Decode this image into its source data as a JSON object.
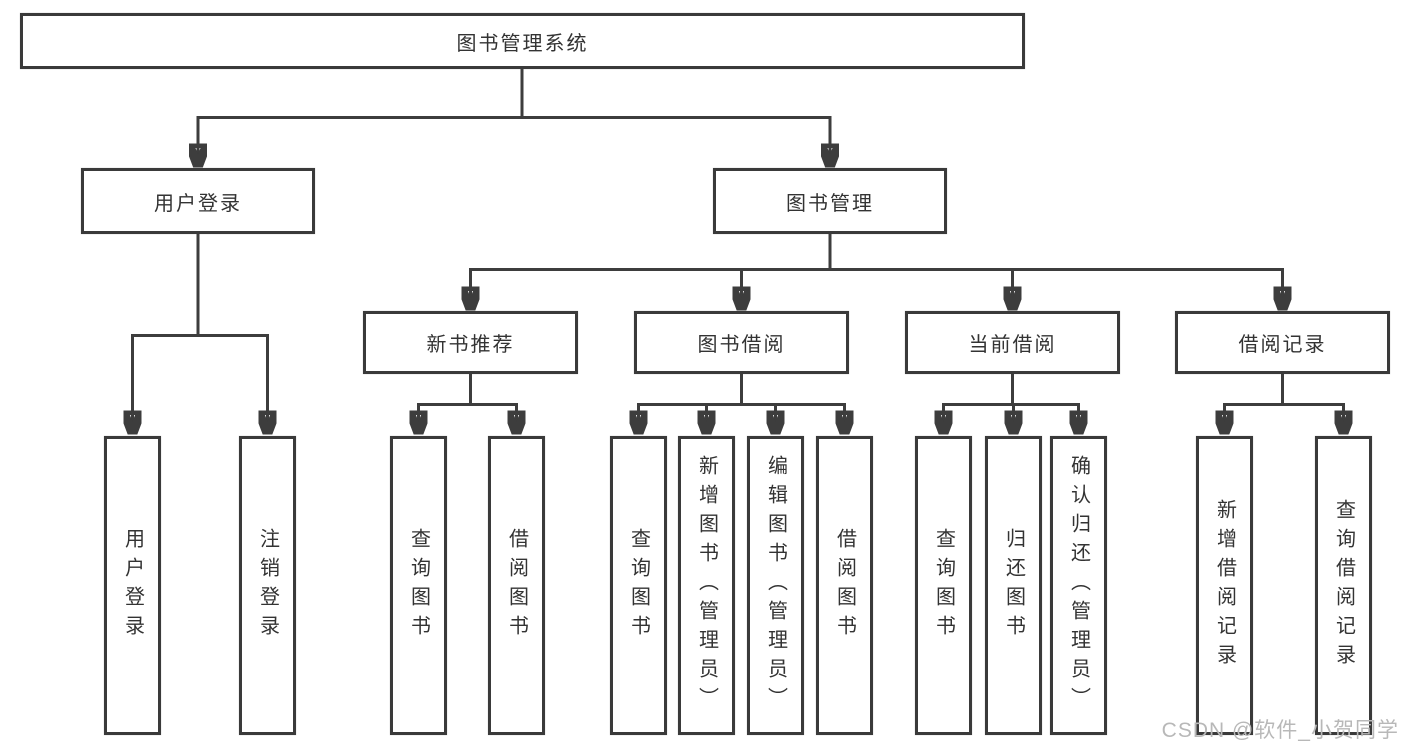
{
  "tree": {
    "label": "图书管理系统",
    "children": [
      {
        "label": "用户登录",
        "children": [
          {
            "label": "用户登录"
          },
          {
            "label": "注销登录"
          }
        ]
      },
      {
        "label": "图书管理",
        "children": [
          {
            "label": "新书推荐",
            "children": [
              {
                "label": "查询图书"
              },
              {
                "label": "借阅图书"
              }
            ]
          },
          {
            "label": "图书借阅",
            "children": [
              {
                "label": "查询图书"
              },
              {
                "label": "新增图书（管理员）"
              },
              {
                "label": "编辑图书（管理员）"
              },
              {
                "label": "借阅图书"
              }
            ]
          },
          {
            "label": "当前借阅",
            "children": [
              {
                "label": "查询图书"
              },
              {
                "label": "归还图书"
              },
              {
                "label": "确认归还（管理员）"
              }
            ]
          },
          {
            "label": "借阅记录",
            "children": [
              {
                "label": "新增借阅记录"
              },
              {
                "label": "查询借阅记录"
              }
            ]
          }
        ]
      }
    ]
  },
  "watermark": {
    "text": "CSDN @软件_小贺同学",
    "color": "#b8b8b8"
  },
  "colors": {
    "line": "#3d3d3d",
    "text": "#333333",
    "background": "#ffffff"
  }
}
